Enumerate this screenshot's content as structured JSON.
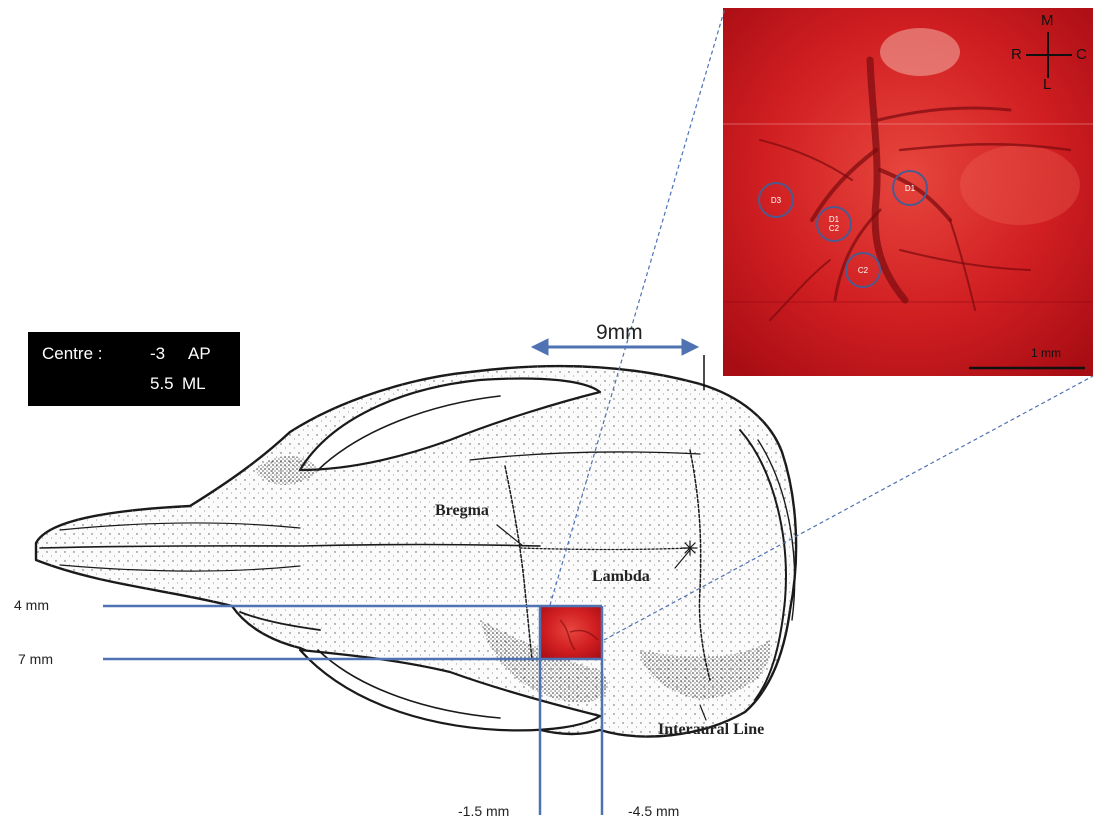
{
  "info_box": {
    "label": "Centre :",
    "ap_value": "-3",
    "ap_unit": "AP",
    "ml_value": "5.5",
    "ml_unit": "ML"
  },
  "width_label": "9mm",
  "skull_labels": {
    "bregma": "Bregma",
    "lambda": "Lambda",
    "interaural": "Interaural Line"
  },
  "coordinates": {
    "y_top": "4 mm",
    "y_bottom": "7 mm",
    "x_left": "-1.5 mm",
    "x_right": "-4.5 mm"
  },
  "inset": {
    "orientation": {
      "top": "M",
      "left": "R",
      "right": "C",
      "bottom": "L"
    },
    "scale_bar": "1 mm",
    "sites": [
      {
        "line1": "D3",
        "line2": ""
      },
      {
        "line1": "D1",
        "line2": ""
      },
      {
        "line1": "D1",
        "line2": "C2"
      },
      {
        "line1": "C2",
        "line2": ""
      }
    ]
  },
  "colors": {
    "guide_line": "#4f72b3",
    "tissue": "#c8141c",
    "site_circle": "#4c5a8f",
    "info_bg": "#000000"
  }
}
